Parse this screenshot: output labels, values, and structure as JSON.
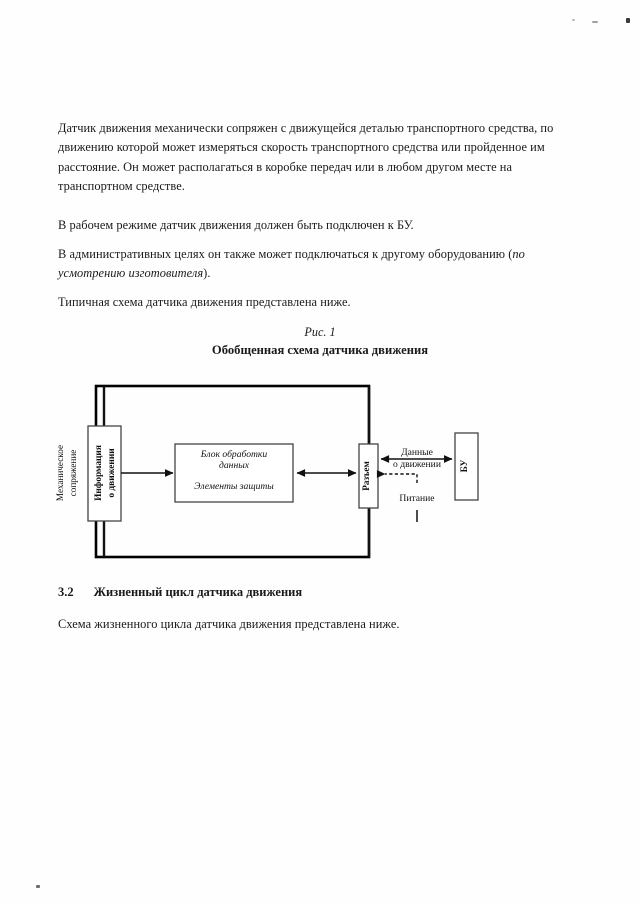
{
  "document": {
    "paragraphs": {
      "p1": "Датчик движения механически сопряжен с движущейся деталью транспортного средства, по движению которой может измеряться скорость транспортного средства или пройденное им расстояние.  Он может располагаться в коробке передач или в любом другом месте на транспортном средстве.",
      "p2": "В рабочем режиме датчик движения должен быть подключен к БУ.",
      "p3_plain": "В административных целях он также может подключаться к другому оборудованию",
      "p3_italic": "по усмотрению изготовителя",
      "p3_open": "(",
      "p3_close": ").",
      "p4": "Типичная схема датчика движения представлена ниже.",
      "p5": "Схема жизненного цикла датчика движения представлена ниже."
    },
    "figure": {
      "number": "Рис. 1",
      "title": "Обобщенная схема датчика движения"
    },
    "section": {
      "number": "3.2",
      "title": "Жизненный цикл датчика движения"
    }
  },
  "diagram": {
    "boxes": {
      "motion_info_line1": "Информация",
      "motion_info_line2": "о движении",
      "processing_line1": "Блок обработки",
      "processing_line2": "данных",
      "protection": "Элементы защиты",
      "connector": "Разъем",
      "vu": "БУ"
    },
    "labels": {
      "mechanical_line1": "Механическое",
      "mechanical_line2": "сопряжение",
      "data_line1": "Данные",
      "data_line2": "о движении",
      "power": "Питание"
    },
    "colors": {
      "stroke": "#111111",
      "housing": "#000000",
      "background": "#ffffff"
    }
  }
}
